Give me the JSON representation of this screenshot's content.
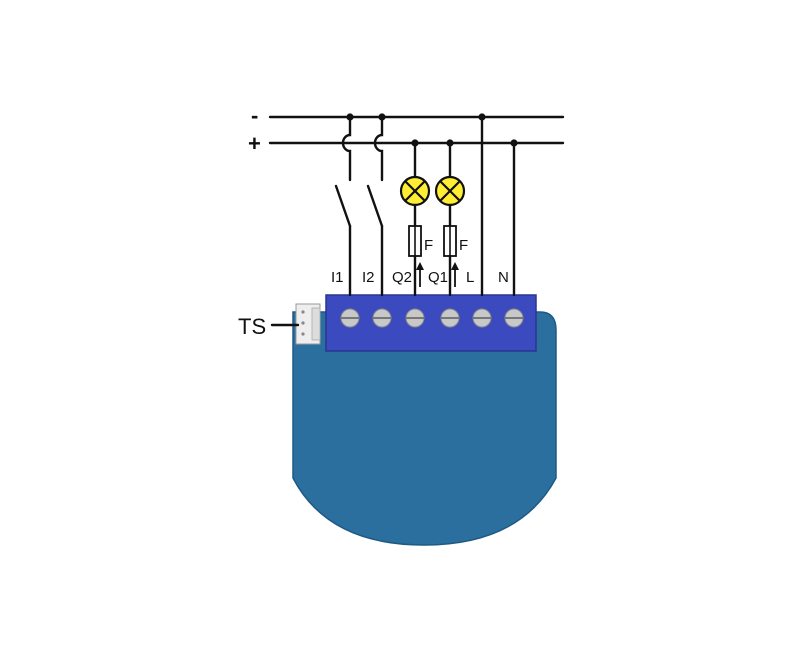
{
  "rails": {
    "minus_label": "-",
    "plus_label": "+"
  },
  "terminals": [
    {
      "label": "I1"
    },
    {
      "label": "I2"
    },
    {
      "label": "Q2"
    },
    {
      "label": "Q1"
    },
    {
      "label": "L"
    },
    {
      "label": "N"
    }
  ],
  "fuses": [
    {
      "label": "F"
    },
    {
      "label": "F"
    }
  ],
  "sensor": {
    "label": "TS"
  },
  "colors": {
    "module_body": "#2a6f9e",
    "terminal_block": "#3b4bbf",
    "lamp_fill": "#ffee33",
    "screw": "#c8c8c8",
    "connector": "#eeeeee"
  }
}
